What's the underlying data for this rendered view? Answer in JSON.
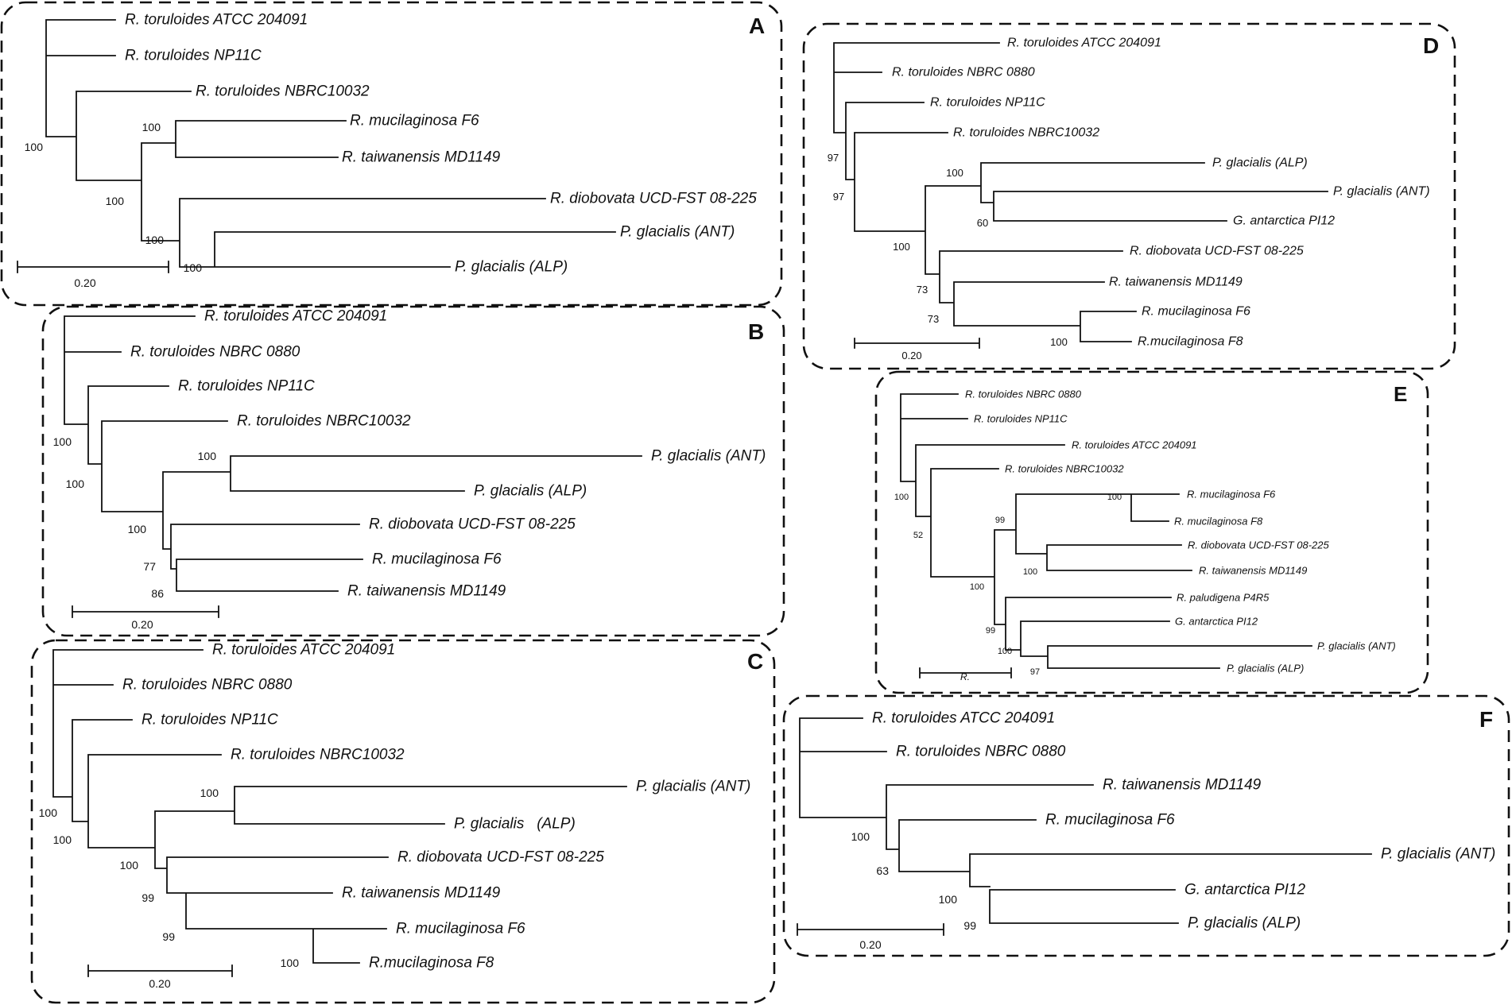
{
  "figure": {
    "panels": [
      {
        "letter": "A",
        "scale_label": "0.20",
        "taxa": [
          "R. toruloides ATCC 204091",
          "R. toruloides NP11C",
          "R. toruloides NBRC10032",
          "R. mucilaginosa F6",
          "R. taiwanensis MD1149",
          "R. diobovata UCD-FST 08-225",
          "P. glacialis (ANT)",
          "P. glacialis (ALP)"
        ],
        "support": [
          "100",
          "100",
          "100",
          "100",
          "100"
        ]
      },
      {
        "letter": "B",
        "scale_label": "0.20",
        "taxa": [
          "R. toruloides ATCC 204091",
          "R. toruloides NBRC 0880",
          "R. toruloides NP11C",
          "R. toruloides NBRC10032",
          "P. glacialis (ANT)",
          "P. glacialis (ALP)",
          "R. diobovata UCD-FST 08-225",
          "R. mucilaginosa F6",
          "R. taiwanensis MD1149"
        ],
        "support": [
          "100",
          "100",
          "100",
          "100",
          "77",
          "86"
        ]
      },
      {
        "letter": "C",
        "scale_label": "0.20",
        "taxa": [
          "R. toruloides ATCC 204091",
          "R. toruloides NBRC 0880",
          "R. toruloides NP11C",
          "R. toruloides NBRC10032",
          "P. glacialis (ANT)",
          "P. glacialis   (ALP)",
          "R. diobovata UCD-FST 08-225",
          "R. taiwanensis MD1149",
          "R. mucilaginosa F6",
          "R.mucilaginosa F8"
        ],
        "support": [
          "100",
          "100",
          "100",
          "100",
          "99",
          "99",
          "100"
        ]
      },
      {
        "letter": "D",
        "scale_label": "0.20",
        "taxa": [
          "R. toruloides ATCC 204091",
          "R. toruloides NBRC 0880",
          "R. toruloides NP11C",
          "R. toruloides NBRC10032",
          "P. glacialis (ALP)",
          "P. glacialis (ANT)",
          "G. antarctica PI12",
          "R. diobovata UCD-FST 08-225",
          "R. taiwanensis MD1149",
          "R. mucilaginosa F6",
          "R.mucilaginosa F8"
        ],
        "support": [
          "97",
          "97",
          "100",
          "60",
          "100",
          "73",
          "73",
          "100"
        ]
      },
      {
        "letter": "E",
        "scale_label": "R.",
        "taxa": [
          "R. toruloides NBRC 0880",
          "R. toruloides NP11C",
          "R. toruloides ATCC 204091",
          "R. toruloides NBRC10032",
          "R. mucilaginosa F6",
          "R. mucilaginosa F8",
          "R. diobovata UCD-FST 08-225",
          "R. taiwanensis MD1149",
          "R. paludigena P4R5",
          "G. antarctica PI12",
          "P. glacialis (ANT)",
          "P. glacialis (ALP)"
        ],
        "support": [
          "100",
          "52",
          "100",
          "99",
          "100",
          "100",
          "99",
          "100",
          "97"
        ]
      },
      {
        "letter": "F",
        "scale_label": "0.20",
        "taxa": [
          "R. toruloides ATCC 204091",
          "R. toruloides NBRC 0880",
          "R. taiwanensis MD1149",
          "R. mucilaginosa F6",
          "P. glacialis (ANT)",
          "G. antarctica PI12",
          "P. glacialis (ALP)"
        ],
        "support": [
          "100",
          "63",
          "100",
          "99"
        ]
      }
    ]
  }
}
